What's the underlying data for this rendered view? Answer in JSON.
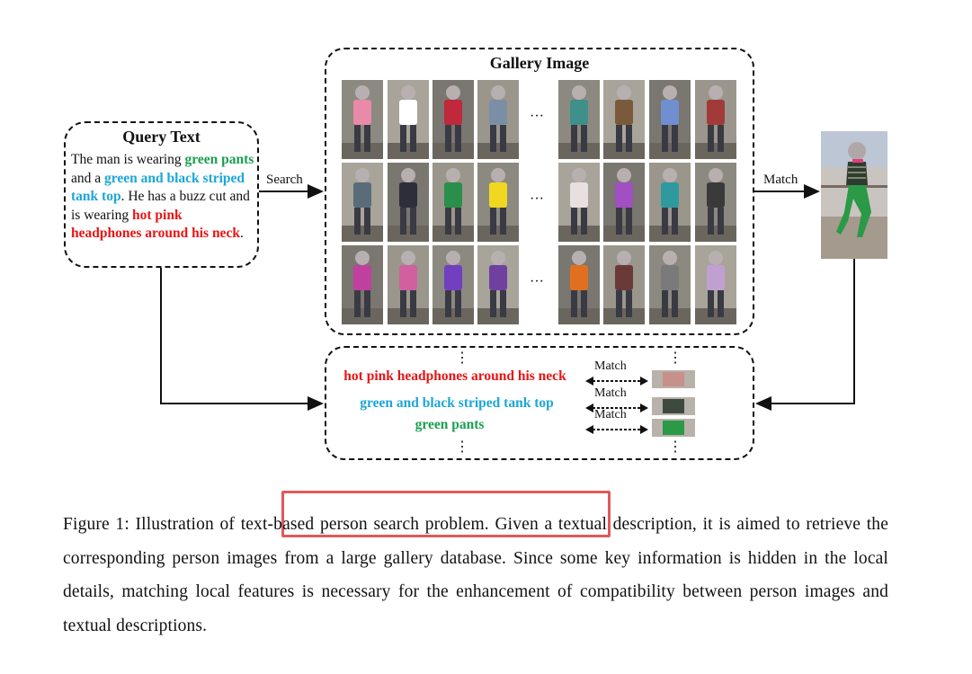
{
  "figure": {
    "query_box": {
      "title": "Query Text",
      "segments": [
        {
          "text": "The man is wearing ",
          "style": "plain"
        },
        {
          "text": "green pants",
          "style": "green"
        },
        {
          "text": " and a ",
          "style": "plain"
        },
        {
          "text": "green and black striped tank top",
          "style": "blue"
        },
        {
          "text": ". He has a buzz cut and is wearing ",
          "style": "plain"
        },
        {
          "text": "hot pink headphones around his neck",
          "style": "red"
        },
        {
          "text": ".",
          "style": "plain"
        }
      ]
    },
    "gallery_box": {
      "title": "Gallery Image",
      "ellipsis": "···"
    },
    "arrows": {
      "search": "Search",
      "match": "Match"
    },
    "local_matching": {
      "phrases": [
        {
          "text": "hot pink headphones around his neck",
          "color": "#e81515"
        },
        {
          "text": "green and black striped tank top",
          "color": "#1ca6d8"
        },
        {
          "text": "green pants",
          "color": "#1a9e50"
        }
      ],
      "match_label": "Match",
      "vertical_dots": "⋮"
    },
    "gallery_colors": [
      [
        "#e88aa8",
        "#ffffff",
        "#c0283c",
        "#7a8fa6",
        "#3f8f8a",
        "#7a5a3a",
        "#6f8fd0",
        "#a33a3a"
      ],
      [
        "#5a6c7a",
        "#2e2e3a",
        "#2a8f4a",
        "#f0d820",
        "#e8e0e0",
        "#a050c0",
        "#2e9a9e",
        "#3a3a3a"
      ],
      [
        "#c040a0",
        "#d060a0",
        "#7040c0",
        "#7040a0",
        "#e07020",
        "#6a3a3a",
        "#7a7a7a",
        "#c0a0d0"
      ]
    ]
  },
  "caption": {
    "prefix": "Figure 1: Illustration of ",
    "highlighted": "text-based person search problem.",
    "rest": " Given a textual description, it is aimed to retrieve the corresponding person images from a large gallery database. Since some key information is hidden in the local details, matching local features is necessary for the enhancement of compatibility between person images and textual descriptions."
  }
}
